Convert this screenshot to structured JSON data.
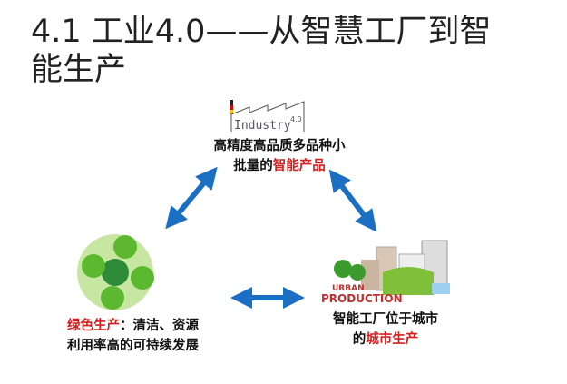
{
  "title": {
    "line1": "4.1 工业4.0——从智慧工厂到智",
    "line2": "能生产"
  },
  "top": {
    "logo_text": "Industry",
    "logo_version": "4.0",
    "line1": "高精度高品质多品种小",
    "line2_prefix": "批量的",
    "line2_highlight": "智能产品"
  },
  "left": {
    "highlight": "绿色生产",
    "line1_rest": "：清洁、资源",
    "line2": "利用率高的可持续发展"
  },
  "right": {
    "logo_line1": "URBAN",
    "logo_line2": "PRODUCTION",
    "line1": "智能工厂位于城市",
    "line2_prefix": "的",
    "line2_highlight": "城市生产"
  },
  "colors": {
    "arrow": "#1b6fc2",
    "highlight": "#d42020",
    "green": "#6cbf3a"
  }
}
